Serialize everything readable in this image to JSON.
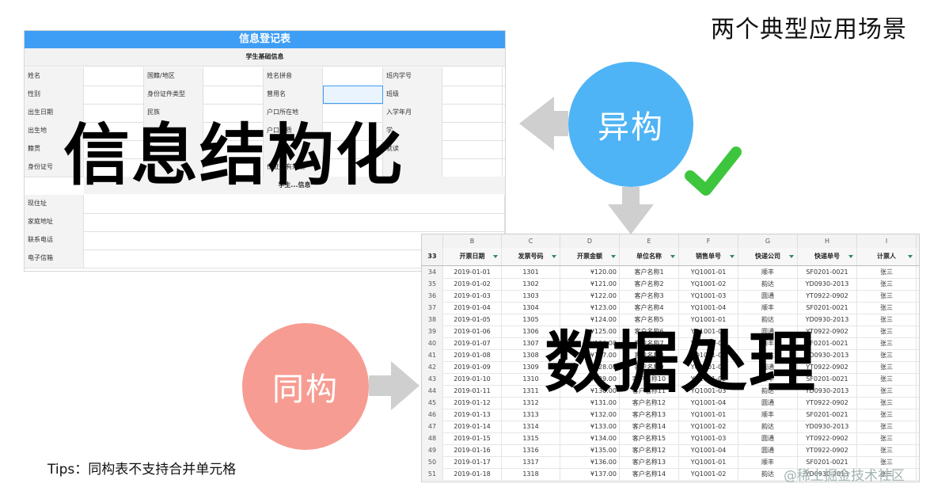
{
  "title": "两个典型应用场景",
  "form": {
    "header": "信息登记表",
    "section1": "学生基础信息",
    "section2": "学生...信息",
    "rows": [
      [
        "姓名",
        "国籍/地区",
        "姓名拼音",
        "班内学号"
      ],
      [
        "性别",
        "身份证件类型",
        "曾用名",
        "班级"
      ],
      [
        "出生日期",
        "民族",
        "户口所在地",
        "入学年月"
      ],
      [
        "出生地",
        "",
        "户口性质",
        "学"
      ],
      [
        "籍贯",
        "健",
        "",
        "就读"
      ],
      [
        "身份证号",
        "",
        "份证件有效期",
        ""
      ]
    ],
    "rows2": [
      "现住址",
      "家庭地址",
      "联系电话",
      "电子信箱"
    ]
  },
  "sheet": {
    "columns": [
      "B",
      "C",
      "D",
      "E",
      "F",
      "G",
      "H",
      "I"
    ],
    "header_row_num": "33",
    "headers": [
      "开票日期",
      "发票号码",
      "开票金额",
      "单位名称",
      "销售单号",
      "快递公司",
      "快递单号",
      "计票人"
    ],
    "rows": [
      [
        "34",
        "2019-01-01",
        "1301",
        "¥120.00",
        "客户名称1",
        "YQ1001-01",
        "顺丰",
        "SF0201-0021",
        "张三"
      ],
      [
        "35",
        "2019-01-02",
        "1302",
        "¥121.00",
        "客户名称2",
        "YQ1001-02",
        "韵达",
        "YD0930-2013",
        "张三"
      ],
      [
        "36",
        "2019-01-03",
        "1303",
        "¥122.00",
        "客户名称3",
        "YQ1001-03",
        "圆通",
        "YT0922-0902",
        "张三"
      ],
      [
        "37",
        "2019-01-04",
        "1304",
        "¥123.00",
        "客户名称4",
        "YQ1001-04",
        "顺丰",
        "SF0201-0021",
        "张三"
      ],
      [
        "38",
        "2019-01-05",
        "1305",
        "¥124.00",
        "客户名称5",
        "YQ1001-01",
        "韵达",
        "YD0930-2013",
        "张三"
      ],
      [
        "39",
        "2019-01-06",
        "1306",
        "¥125.00",
        "客户名称6",
        "YQ1001-02",
        "圆通",
        "YT0922-0902",
        "张三"
      ],
      [
        "40",
        "2019-01-07",
        "1307",
        "¥126.00",
        "客户名称7",
        "YQ1001-03",
        "顺丰",
        "SF0201-0021",
        "张三"
      ],
      [
        "41",
        "2019-01-08",
        "1308",
        "¥127.00",
        "客户名称8",
        "YQ1001-04",
        "韵达",
        "YD0930-2013",
        "张三"
      ],
      [
        "42",
        "2019-01-09",
        "1309",
        "¥128.00",
        "客户名称9",
        "YQ1001-01",
        "圆通",
        "YT0922-0902",
        "张三"
      ],
      [
        "43",
        "2019-01-10",
        "1310",
        "¥129.00",
        "客户名称10",
        "YQ1001-02",
        "顺丰",
        "SF0201-0021",
        "张三"
      ],
      [
        "44",
        "2019-01-11",
        "1311",
        "¥130.00",
        "客户名称11",
        "YQ1001-03",
        "韵达",
        "YD0930-2013",
        "张三"
      ],
      [
        "45",
        "2019-01-12",
        "1312",
        "¥131.00",
        "客户名称12",
        "YQ1001-04",
        "圆通",
        "YT0922-0902",
        "张三"
      ],
      [
        "46",
        "2019-01-13",
        "1313",
        "¥132.00",
        "客户名称13",
        "YQ1001-01",
        "顺丰",
        "SF0201-0021",
        "张三"
      ],
      [
        "47",
        "2019-01-14",
        "1314",
        "¥133.00",
        "客户名称14",
        "YQ1001-02",
        "韵达",
        "YD0930-2013",
        "张三"
      ],
      [
        "48",
        "2019-01-15",
        "1315",
        "¥134.00",
        "客户名称15",
        "YQ1001-03",
        "圆通",
        "YT0922-0902",
        "张三"
      ],
      [
        "49",
        "2019-01-16",
        "1316",
        "¥135.00",
        "客户名称12",
        "YQ1001-04",
        "圆通",
        "YT0922-0902",
        "张三"
      ],
      [
        "50",
        "2019-01-17",
        "1317",
        "¥136.00",
        "客户名称13",
        "YQ1001-01",
        "顺丰",
        "SF0201-0021",
        "张三"
      ],
      [
        "51",
        "2019-01-18",
        "1318",
        "¥137.00",
        "客户名称14",
        "YQ1001-02",
        "韵达",
        "YD0930-2013",
        "张三"
      ]
    ]
  },
  "labels": {
    "structured": "信息结构化",
    "processing": "数据处理",
    "heterogeneous": "异构",
    "homogeneous": "同构",
    "tips": "Tips：同构表不支持合并单元格",
    "watermark": "@稀土掘金技术社区"
  },
  "colors": {
    "form_header": "#3e9ef5",
    "circle_blue": "#4fb4f5",
    "circle_pink": "#f79c92",
    "check": "#3ec53e",
    "arrow": "#cfcfcf"
  }
}
